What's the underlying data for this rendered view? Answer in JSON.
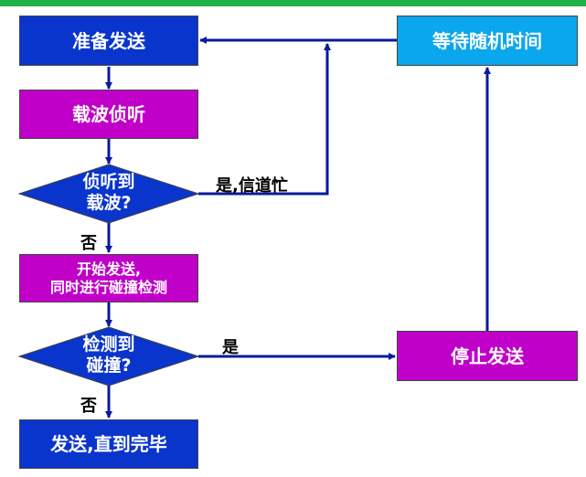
{
  "title": "",
  "colors": {
    "blue_box": "#0a35cc",
    "magenta_box": "#c000c8",
    "cyan_box": "#0aa6ee",
    "arrow": "#0a1a9e",
    "title_bar": "#21b14a"
  },
  "nodes": {
    "prepare_send": "准备发送",
    "carrier_sense": "载波侦听",
    "sense_decision": {
      "line1": "侦听到",
      "line2": "载波?"
    },
    "start_send": {
      "line1": "开始发送,",
      "line2": "同时进行碰撞检测"
    },
    "collision_decision": {
      "line1": "检测到",
      "line2": "碰撞?"
    },
    "send_complete": "发送,直到完毕",
    "stop_send": "停止发送",
    "wait_random": "等待随机时间"
  },
  "edge_labels": {
    "yes_busy": "是,信道忙",
    "no_1": "否",
    "yes_collision": "是",
    "no_2": "否"
  }
}
